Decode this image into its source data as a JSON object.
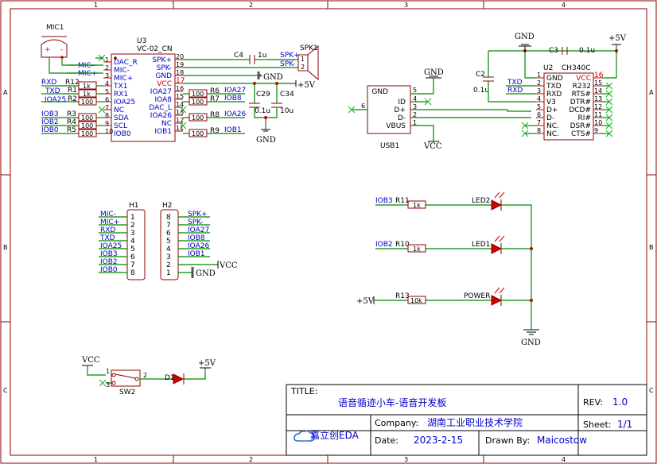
{
  "frame": {
    "cols": [
      "1",
      "2",
      "3",
      "4"
    ],
    "rows": [
      "A",
      "B",
      "C"
    ]
  },
  "mic": {
    "ref": "MIC1",
    "plus": "+",
    "minus": "-"
  },
  "u3": {
    "ref": "U3",
    "value": "VC-02_CN",
    "left_pins": [
      {
        "name": "DAC_R",
        "num": "1"
      },
      {
        "name": "MIC-",
        "num": "2"
      },
      {
        "name": "MIC+",
        "num": "3"
      },
      {
        "name": "TX1",
        "num": "4"
      },
      {
        "name": "RX1",
        "num": "5"
      },
      {
        "name": "IOA25",
        "num": "6"
      },
      {
        "name": "NC",
        "num": "7"
      },
      {
        "name": "SDA",
        "num": "8"
      },
      {
        "name": "SCL",
        "num": "9"
      },
      {
        "name": "IOB0",
        "num": "10"
      }
    ],
    "right_pins": [
      {
        "name": "SPK+",
        "num": "20"
      },
      {
        "name": "SPK-",
        "num": "19"
      },
      {
        "name": "GND",
        "num": "18"
      },
      {
        "name": "VCC",
        "num": "17"
      },
      {
        "name": "IOA27",
        "num": "16"
      },
      {
        "name": "IOA8",
        "num": "15"
      },
      {
        "name": "DAC_L",
        "num": "14"
      },
      {
        "name": "IOA26",
        "num": "13"
      },
      {
        "name": "NC",
        "num": "12"
      },
      {
        "name": "IOB1",
        "num": "11"
      }
    ],
    "left_nets": [
      "MIC-",
      "MIC+",
      "RXD",
      "TXD",
      "IOA25",
      "IOB3",
      "IOB2",
      "IOB0"
    ],
    "left_res": [
      {
        "ref": "R12",
        "value": "1k"
      },
      {
        "ref": "R1",
        "value": "1k"
      },
      {
        "ref": "R2",
        "value": "100"
      },
      {
        "ref": "R3",
        "value": "100"
      },
      {
        "ref": "R4",
        "value": "100"
      },
      {
        "ref": "R5",
        "value": "100"
      }
    ],
    "right_res": [
      {
        "ref": "R6",
        "value": "100",
        "net": "IOA27"
      },
      {
        "ref": "R7",
        "value": "100",
        "net": "IOB8"
      },
      {
        "ref": "R8",
        "value": "100",
        "net": "IOA26"
      },
      {
        "ref": "R9",
        "value": "100",
        "net": "IOB1"
      }
    ]
  },
  "c4": {
    "ref": "C4",
    "value": "1u"
  },
  "spk": {
    "ref": "SPK1",
    "p1": "SPK+",
    "p2": "SPK-",
    "n1": "1",
    "n2": "2"
  },
  "c29": {
    "ref": "C29",
    "value": "0.1u"
  },
  "c34": {
    "ref": "C34",
    "value": "10u"
  },
  "gnd": "GND",
  "p5v": "+5V",
  "vcc": "VCC",
  "usb": {
    "ref": "USB1",
    "pins": [
      {
        "name": "GND",
        "num": "5"
      },
      {
        "name": "ID",
        "num": "4"
      },
      {
        "name": "D+",
        "num": "3"
      },
      {
        "name": "D-",
        "num": "2"
      },
      {
        "name": "VBUS",
        "num": "1"
      }
    ],
    "shield": "6"
  },
  "u2": {
    "ref": "U2",
    "value": "CH340C",
    "left_pins": [
      {
        "name": "GND",
        "num": "1"
      },
      {
        "name": "TXD",
        "num": "2"
      },
      {
        "name": "RXD",
        "num": "3"
      },
      {
        "name": "V3",
        "num": "4"
      },
      {
        "name": "D+",
        "num": "5"
      },
      {
        "name": "D-",
        "num": "6"
      },
      {
        "name": "NC.",
        "num": "7"
      },
      {
        "name": "NC.",
        "num": "8"
      }
    ],
    "right_pins": [
      {
        "name": "VCC",
        "num": "16"
      },
      {
        "name": "R232",
        "num": "15"
      },
      {
        "name": "RTS#",
        "num": "14"
      },
      {
        "name": "DTR#",
        "num": "13"
      },
      {
        "name": "DCD#",
        "num": "12"
      },
      {
        "name": "RI#",
        "num": "11"
      },
      {
        "name": "DSR#",
        "num": "10"
      },
      {
        "name": "CTS#",
        "num": "9"
      }
    ],
    "nets": [
      "TXD",
      "RXD"
    ]
  },
  "c2": {
    "ref": "C2",
    "value": "0.1u"
  },
  "c3": {
    "ref": "C3",
    "value": "0.1u"
  },
  "h1": {
    "ref": "H1",
    "nets": [
      "MIC-",
      "MIC+",
      "RXD",
      "TXD",
      "IOA25",
      "IOB3",
      "IOB2",
      "IOB0"
    ],
    "nums": [
      "1",
      "2",
      "3",
      "4",
      "5",
      "6",
      "7",
      "8"
    ]
  },
  "h2": {
    "ref": "H2",
    "nets": [
      "SPK+",
      "SPK-",
      "IOA27",
      "IOB8",
      "IOA26",
      "IOB1"
    ],
    "nums": [
      "8",
      "7",
      "6",
      "5",
      "4",
      "3",
      "2",
      "1"
    ]
  },
  "leds": [
    {
      "net": "IOB3",
      "rref": "R11",
      "rval": "1k",
      "ref": "LED2"
    },
    {
      "net": "IOB2",
      "rref": "R10",
      "rval": "1k",
      "ref": "LED1"
    },
    {
      "net": "+5V",
      "rref": "R13",
      "rval": "10k",
      "ref": "POWER"
    }
  ],
  "sw": {
    "ref": "SW2",
    "n1": "1",
    "n2": "2",
    "n3": "3"
  },
  "d1": {
    "ref": "D1"
  },
  "title_block": {
    "title_label": "TITLE:",
    "title": "语音循迹小车-语音开发板",
    "rev_label": "REV:",
    "rev": "1.0",
    "company_label": "Company:",
    "company": "湖南工业职业技术学院",
    "sheet_label": "Sheet:",
    "sheet": "1/1",
    "logo": "嘉立创EDA",
    "date_label": "Date:",
    "date": "2023-2-15",
    "drawn_label": "Drawn By:",
    "drawn": "Maicostow"
  }
}
